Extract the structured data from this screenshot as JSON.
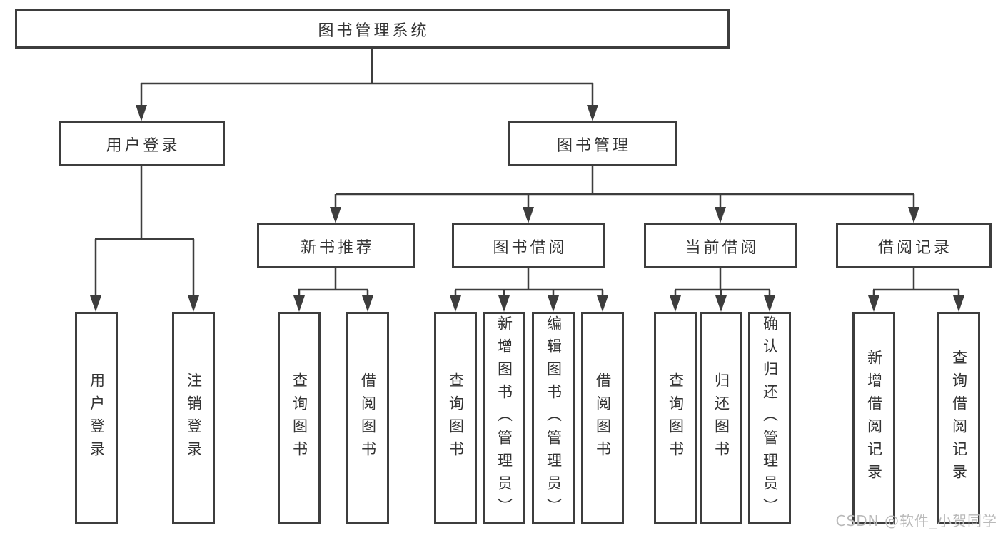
{
  "diagram": {
    "title": "图书管理系统",
    "branches": [
      {
        "label": "用户登录",
        "children": [
          {
            "label": "用户登录"
          },
          {
            "label": "注销登录"
          }
        ]
      },
      {
        "label": "图书管理",
        "children": [
          {
            "label": "新书推荐",
            "children": [
              {
                "label": "查询图书"
              },
              {
                "label": "借阅图书"
              }
            ]
          },
          {
            "label": "图书借阅",
            "children": [
              {
                "label": "查询图书"
              },
              {
                "label": "新增图书（管理员）"
              },
              {
                "label": "编辑图书（管理员）"
              },
              {
                "label": "借阅图书"
              }
            ]
          },
          {
            "label": "当前借阅",
            "children": [
              {
                "label": "查询图书"
              },
              {
                "label": "归还图书"
              },
              {
                "label": "确认归还（管理员）"
              }
            ]
          },
          {
            "label": "借阅记录",
            "children": [
              {
                "label": "新增借阅记录"
              },
              {
                "label": "查询借阅记录"
              }
            ]
          }
        ]
      }
    ]
  },
  "watermark": {
    "text": "CSDN @软件_小贺同学",
    "color": "#b9b9b9"
  },
  "colors": {
    "line": "#3d3d3d",
    "box_border": "#3d3d3d",
    "text": "#333333",
    "background": "#ffffff"
  }
}
